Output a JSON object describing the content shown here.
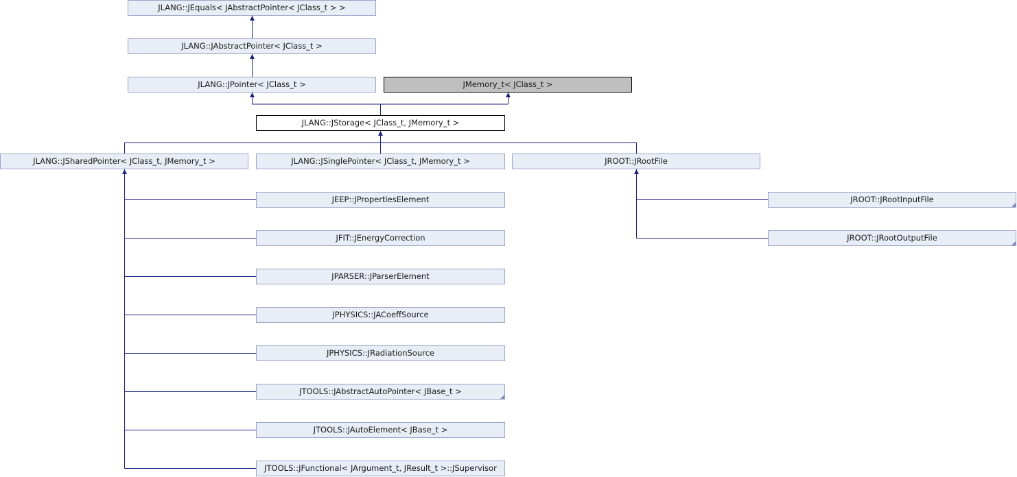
{
  "nodes": [
    {
      "id": "jequals",
      "label": "JLANG::JEquals< JAbstractPointer< JClass_t > >",
      "kind": "link"
    },
    {
      "id": "jabstractpointer",
      "label": "JLANG::JAbstractPointer< JClass_t >",
      "kind": "link"
    },
    {
      "id": "jpointer",
      "label": "JLANG::JPointer< JClass_t >",
      "kind": "link"
    },
    {
      "id": "jmemory",
      "label": "JMemory_t< JClass_t >",
      "kind": "external"
    },
    {
      "id": "jstorage",
      "label": "JLANG::JStorage< JClass_t, JMemory_t >",
      "kind": "current"
    },
    {
      "id": "jsharedpointer",
      "label": "JLANG::JSharedPointer< JClass_t, JMemory_t >",
      "kind": "link"
    },
    {
      "id": "jsinglepointer",
      "label": "JLANG::JSinglePointer< JClass_t, JMemory_t >",
      "kind": "link"
    },
    {
      "id": "jrootfile",
      "label": "JROOT::JRootFile",
      "kind": "link"
    },
    {
      "id": "jpropertieselement",
      "label": "JEEP::JPropertiesElement",
      "kind": "link"
    },
    {
      "id": "jenergycorrection",
      "label": "JFIT::JEnergyCorrection",
      "kind": "link"
    },
    {
      "id": "jparserelement",
      "label": "JPARSER::JParserElement",
      "kind": "link"
    },
    {
      "id": "jacoeffsource",
      "label": "JPHYSICS::JACoeffSource",
      "kind": "link"
    },
    {
      "id": "jradiationsource",
      "label": "JPHYSICS::JRadiationSource",
      "kind": "link"
    },
    {
      "id": "jabstractautopointer",
      "label": "JTOOLS::JAbstractAutoPointer< JBase_t >",
      "kind": "link",
      "folded": true
    },
    {
      "id": "jautoelement",
      "label": "JTOOLS::JAutoElement< JBase_t >",
      "kind": "link"
    },
    {
      "id": "jsupervisor",
      "label": "JTOOLS::JFunctional< JArgument_t, JResult_t >::JSupervisor",
      "kind": "link"
    },
    {
      "id": "jrootinputfile",
      "label": "JROOT::JRootInputFile",
      "kind": "link",
      "folded": true
    },
    {
      "id": "jrootoutputfile",
      "label": "JROOT::JRootOutputFile",
      "kind": "link",
      "folded": true
    }
  ],
  "colors": {
    "edge": "#1a237e",
    "node_fill": "#e8edf6",
    "node_border": "#9aa5c8",
    "current_fill": "#ffffff",
    "external_fill": "#bfbfbf"
  }
}
